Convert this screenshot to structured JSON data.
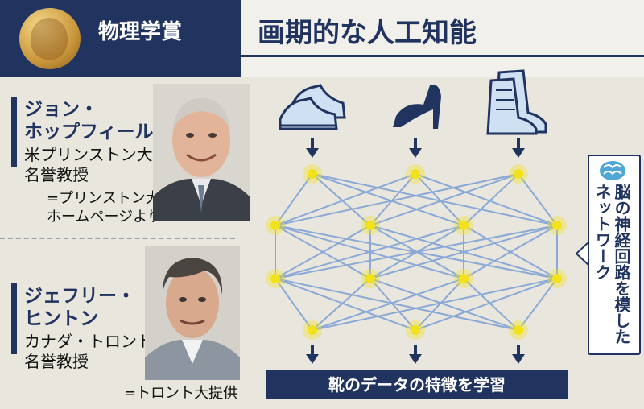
{
  "header": {
    "award": "物理学賞",
    "title": "画期的な人工知能"
  },
  "laureates": [
    {
      "name_line1": "ジョン・",
      "name_line2": "ホップフィールド",
      "position_line1": "米プリンストン大",
      "position_line2": "名誉教授",
      "credit_line1": "=プリンストン大",
      "credit_line2": "ホームページより"
    },
    {
      "name_line1": "ジェフリー・",
      "name_line2": "ヒントン",
      "position_line1": "カナダ・トロント大",
      "position_line2": "名誉教授",
      "credit_line1": "=トロント大提供"
    }
  ],
  "diagram": {
    "inputs": [
      "sneaker-icon",
      "high-heel-icon",
      "boot-icon"
    ],
    "callout": "脳の神経回路を模したネットワーク",
    "caption": "靴のデータの特徴を学習"
  },
  "colors": {
    "navy": "#21345f",
    "node": "#f3e21a",
    "edge": "#8aa9d6",
    "shoe": "#cfe0f3"
  }
}
